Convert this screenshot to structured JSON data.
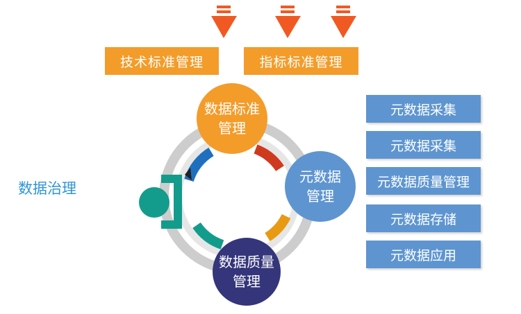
{
  "side_title": "数据治理",
  "top_boxes": [
    "技术标准管理",
    "指标标准管理"
  ],
  "circles": {
    "standards": {
      "line1": "数据标准",
      "line2": "管理"
    },
    "metadata": {
      "line1": "元数据",
      "line2": "管理"
    },
    "quality": {
      "line1": "数据质量",
      "line2": "管理"
    }
  },
  "right_list": [
    "元数据采集",
    "元数据采集",
    "元数据质量管理",
    "元数据存储",
    "元数据应用"
  ],
  "colors": {
    "orange": "#f39c2a",
    "blue": "#5e95d0",
    "navy": "#34357a",
    "teal": "#139c8c",
    "title_blue": "#2f95d6"
  }
}
